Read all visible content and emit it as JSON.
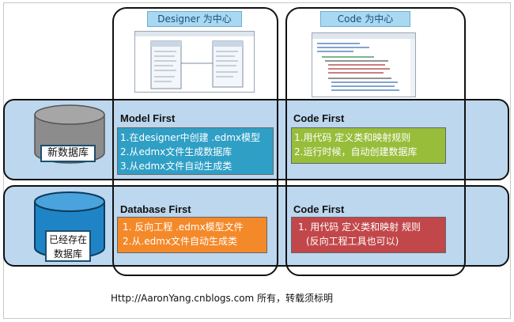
{
  "columns": {
    "designer_header": "Designer 为中心",
    "code_header": "Code 为中心"
  },
  "rows": {
    "new_db": {
      "label": "新数据库",
      "model_first": {
        "title": "Model First",
        "steps": [
          "1.在designer中创建 .edmx模型",
          "2.从edmx文件生成数据库",
          "3.从edmx文件自动生成类"
        ]
      },
      "code_first": {
        "title": "Code First",
        "steps": [
          "1.用代码 定义类和映射规则",
          "2.运行时候，自动创建数据库"
        ]
      }
    },
    "existing_db": {
      "label_line1": "已经存在",
      "label_line2": "数据库",
      "database_first": {
        "title": "Database First",
        "steps": [
          "1. 反向工程 .edmx模型文件",
          "2.从.edmx文件自动生成类"
        ]
      },
      "code_first": {
        "title": "Code First",
        "steps": [
          "1. 用代码 定义类和映射 规则",
          "(反向工程工具也可以)"
        ]
      }
    }
  },
  "footer": "Http://AaronYang.cnblogs.com 所有，转载须标明",
  "colors": {
    "band": "#bcd7ee",
    "model_box": "#2f9fc6",
    "code_box_new": "#97bd3a",
    "database_box": "#f4892a",
    "code_box_existing": "#c2474a",
    "cylinder_new": "#8c8c8c",
    "cylinder_existing": "#1f84c6"
  },
  "icons": [
    "designer-screenshot-thumbnail",
    "code-screenshot-thumbnail",
    "database-cylinder-icon"
  ]
}
